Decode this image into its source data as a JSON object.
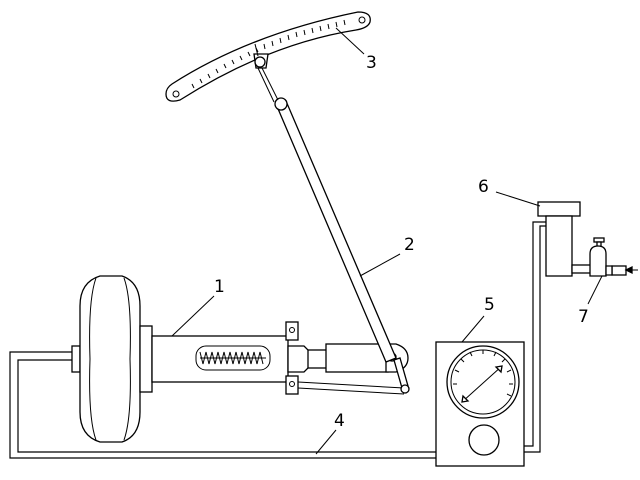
{
  "diagram": {
    "colors": {
      "stroke": "#000000",
      "fill": "#ffffff"
    },
    "labels": {
      "1": "1",
      "2": "2",
      "3": "3",
      "4": "4",
      "5": "5",
      "6": "6",
      "7": "7"
    }
  }
}
